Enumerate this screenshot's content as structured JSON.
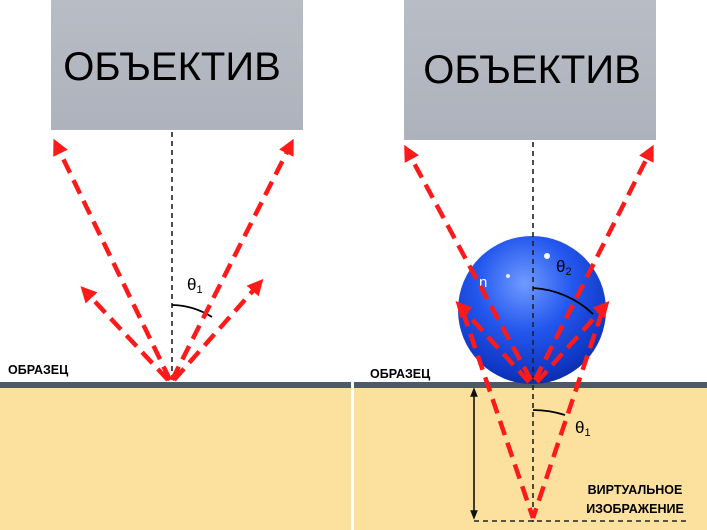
{
  "left_panel": {
    "objective_label": "ОБЪЕКТИВ",
    "sample_label": "ОБРАЗЕЦ",
    "theta_symbol": "θ",
    "theta_index": "1"
  },
  "right_panel": {
    "objective_label": "ОБЪЕКТИВ",
    "sample_label": "ОБРАЗЕЦ",
    "sphere_index_label": "n",
    "theta2_symbol": "θ",
    "theta2_index": "2",
    "theta1_symbol": "θ",
    "theta1_index": "1",
    "virtual_image_line1": "ВИРТУАЛЬНОЕ",
    "virtual_image_line2": "ИЗОБРАЖЕНИЕ"
  },
  "colors": {
    "objective_fill": "#b4b8c2",
    "substrate_fill": "#fce09e",
    "surface_line": "#4d5968",
    "ray": "#ff1a1a",
    "axis": "#222222",
    "sphere_light": "#6f9bff",
    "sphere_mid": "#1f51e6",
    "sphere_dark": "#0a2a9c"
  }
}
